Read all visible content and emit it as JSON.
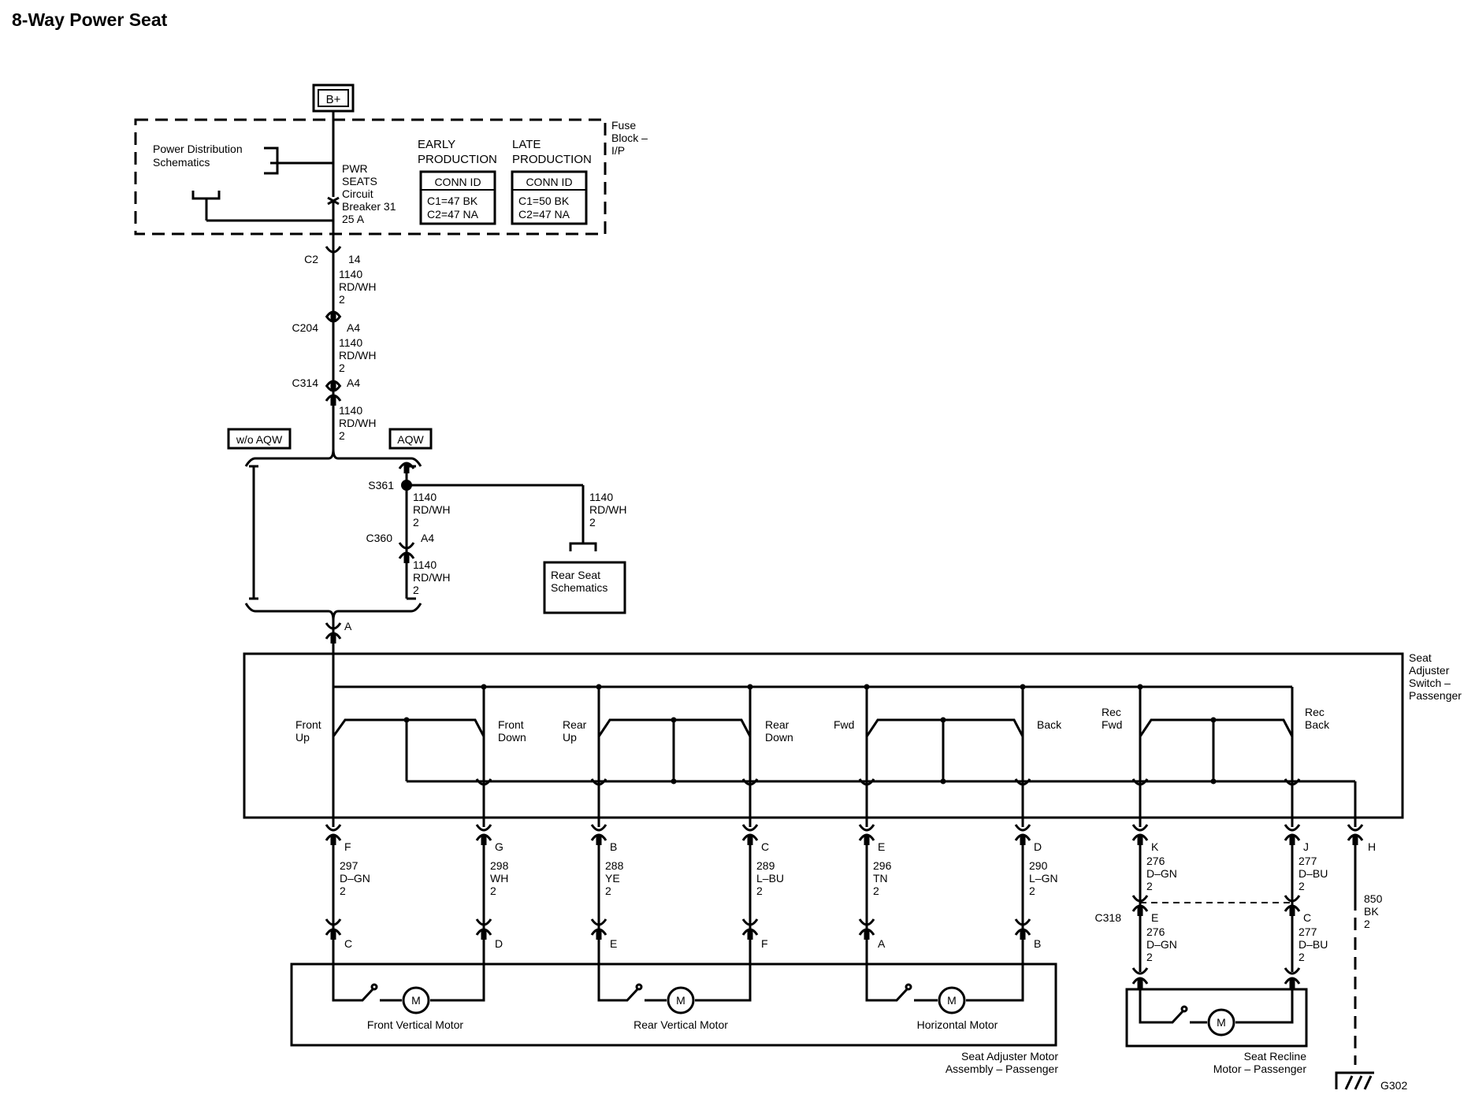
{
  "title": "8-Way Power Seat",
  "power_source": "B+",
  "fuse_block": {
    "label": [
      "Fuse",
      "Block –",
      "I/P"
    ],
    "power_distribution": [
      "Power Distribution",
      "Schematics"
    ],
    "breaker": [
      "PWR",
      "SEATS",
      "Circuit",
      "Breaker 31",
      "25 A"
    ],
    "early_production": {
      "heading": [
        "EARLY",
        "PRODUCTION"
      ],
      "conn_id": "CONN ID",
      "c1": "C1=47 BK",
      "c2": "C2=47 NA"
    },
    "late_production": {
      "heading": [
        "LATE",
        "PRODUCTION"
      ],
      "conn_id": "CONN ID",
      "c1": "C1=50 BK",
      "c2": "C2=47 NA"
    }
  },
  "connectors": {
    "c2": {
      "name": "C2",
      "pin": "14"
    },
    "c204": {
      "name": "C204",
      "pin": "A4"
    },
    "c314": {
      "name": "C314",
      "pin": "A4"
    },
    "c360": {
      "name": "C360",
      "pin": "A4"
    },
    "c318": {
      "name": "C318"
    },
    "switch_in": {
      "pin": "A"
    }
  },
  "wire_1140": [
    "1140",
    "RD/WH",
    "2"
  ],
  "options": {
    "without": "w/o AQW",
    "with": "AQW"
  },
  "splice": "S361",
  "rear_seat": [
    "Rear Seat",
    "Schematics"
  ],
  "switch": {
    "label": [
      "Seat",
      "Adjuster",
      "Switch –",
      "Passenger"
    ],
    "positions": {
      "front_up": [
        "Front",
        "Up"
      ],
      "front_down": [
        "Front",
        "Down"
      ],
      "rear_up": [
        "Rear",
        "Up"
      ],
      "rear_down": [
        "Rear",
        "Down"
      ],
      "fwd": [
        "Fwd"
      ],
      "back": [
        "Back"
      ],
      "rec_fwd": [
        "Rec",
        "Fwd"
      ],
      "rec_back": [
        "Rec",
        "Back"
      ]
    }
  },
  "circuits": [
    {
      "pin": "F",
      "circuit": [
        "297",
        "D–GN",
        "2"
      ],
      "motor_pin": "C"
    },
    {
      "pin": "G",
      "circuit": [
        "298",
        "WH",
        "2"
      ],
      "motor_pin": "D"
    },
    {
      "pin": "B",
      "circuit": [
        "288",
        "YE",
        "2"
      ],
      "motor_pin": "E"
    },
    {
      "pin": "C",
      "circuit": [
        "289",
        "L–BU",
        "2"
      ],
      "motor_pin": "F"
    },
    {
      "pin": "E",
      "circuit": [
        "296",
        "TN",
        "2"
      ],
      "motor_pin": "A"
    },
    {
      "pin": "D",
      "circuit": [
        "290",
        "L–GN",
        "2"
      ],
      "motor_pin": "B"
    }
  ],
  "recline_circuits": [
    {
      "pin": "K",
      "circuit": [
        "276",
        "D–GN",
        "2"
      ],
      "c318_pin": "E",
      "circuit2": [
        "276",
        "D–GN",
        "2"
      ]
    },
    {
      "pin": "J",
      "circuit": [
        "277",
        "D–BU",
        "2"
      ],
      "c318_pin": "C",
      "circuit2": [
        "277",
        "D–BU",
        "2"
      ]
    }
  ],
  "ground": {
    "pin": "H",
    "circuit": [
      "850",
      "BK",
      "2"
    ],
    "name": "G302"
  },
  "motor_symbol": "M",
  "motors": [
    "Front Vertical Motor",
    "Rear Vertical Motor",
    "Horizontal Motor"
  ],
  "motor_assembly": [
    "Seat Adjuster Motor",
    "Assembly – Passenger"
  ],
  "recline_motor": [
    "Seat Recline",
    "Motor – Passenger"
  ]
}
